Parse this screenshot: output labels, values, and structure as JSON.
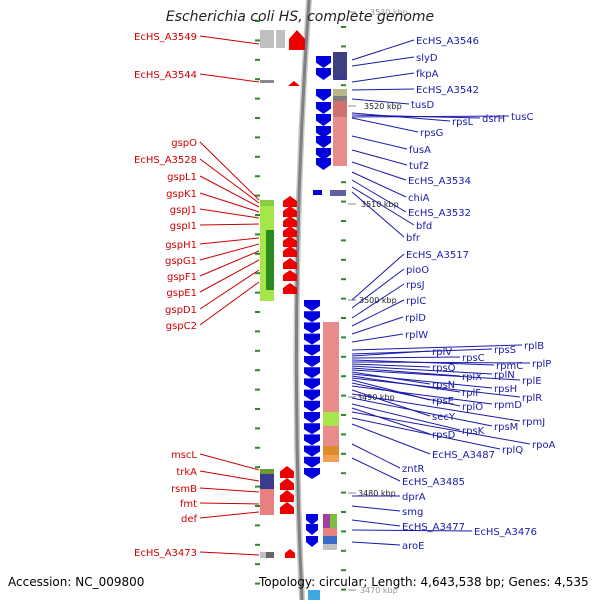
{
  "title": "Escherichia coli HS, complete genome",
  "accession": "Accession: NC_009800",
  "topology": "Topology: circular; Length: 4,643,538 bp; Genes: 4,535",
  "colors": {
    "left_label": "#cc0000",
    "right_label": "#1a1aaa",
    "reverse_arrow": "#ee0000",
    "forward_arrow": "#0000dd",
    "backbone": "#808080",
    "tick": "#2a8a2a"
  },
  "ruler": [
    "3530 kbp",
    "3520 kbp",
    "3510 kbp",
    "3500 kbp",
    "3490 kbp",
    "3480 kbp",
    "3470 kbp"
  ],
  "left_genes": [
    "EcHS_A3549",
    "EcHS_A3544",
    "gspO",
    "EcHS_A3528",
    "gspL1",
    "gspK1",
    "gspJ1",
    "gspI1",
    "gspH1",
    "gspG1",
    "gspF1",
    "gspE1",
    "gspD1",
    "gspC2",
    "mscL",
    "trkA",
    "rsmB",
    "fmt",
    "def",
    "EcHS_A3473"
  ],
  "right_genes": [
    "EcHS_A3546",
    "slyD",
    "fkpA",
    "EcHS_A3542",
    "tusD",
    "rpsL",
    "dsrH",
    "tusC",
    "rpsG",
    "fusA",
    "tuf2",
    "EcHS_A3534",
    "chiA",
    "EcHS_A3532",
    "bfd",
    "bfr",
    "EcHS_A3517",
    "pioO",
    "rpsJ",
    "rplC",
    "rplD",
    "rplW",
    "rplB",
    "rpsS",
    "rplV",
    "rpsC",
    "rpmC",
    "rplP",
    "rpsQ",
    "rplN",
    "rplX",
    "rplE",
    "rpsN",
    "rpsH",
    "rplF",
    "rplR",
    "rpsE",
    "rplO",
    "rpmD",
    "secY",
    "rpmJ",
    "rpsM",
    "rpsK",
    "rpsD",
    "rpoA",
    "rplQ",
    "EcHS_A3487",
    "zntR",
    "EcHS_A3485",
    "dprA",
    "smg",
    "EcHS_A3477",
    "EcHS_A3476",
    "aroE"
  ]
}
